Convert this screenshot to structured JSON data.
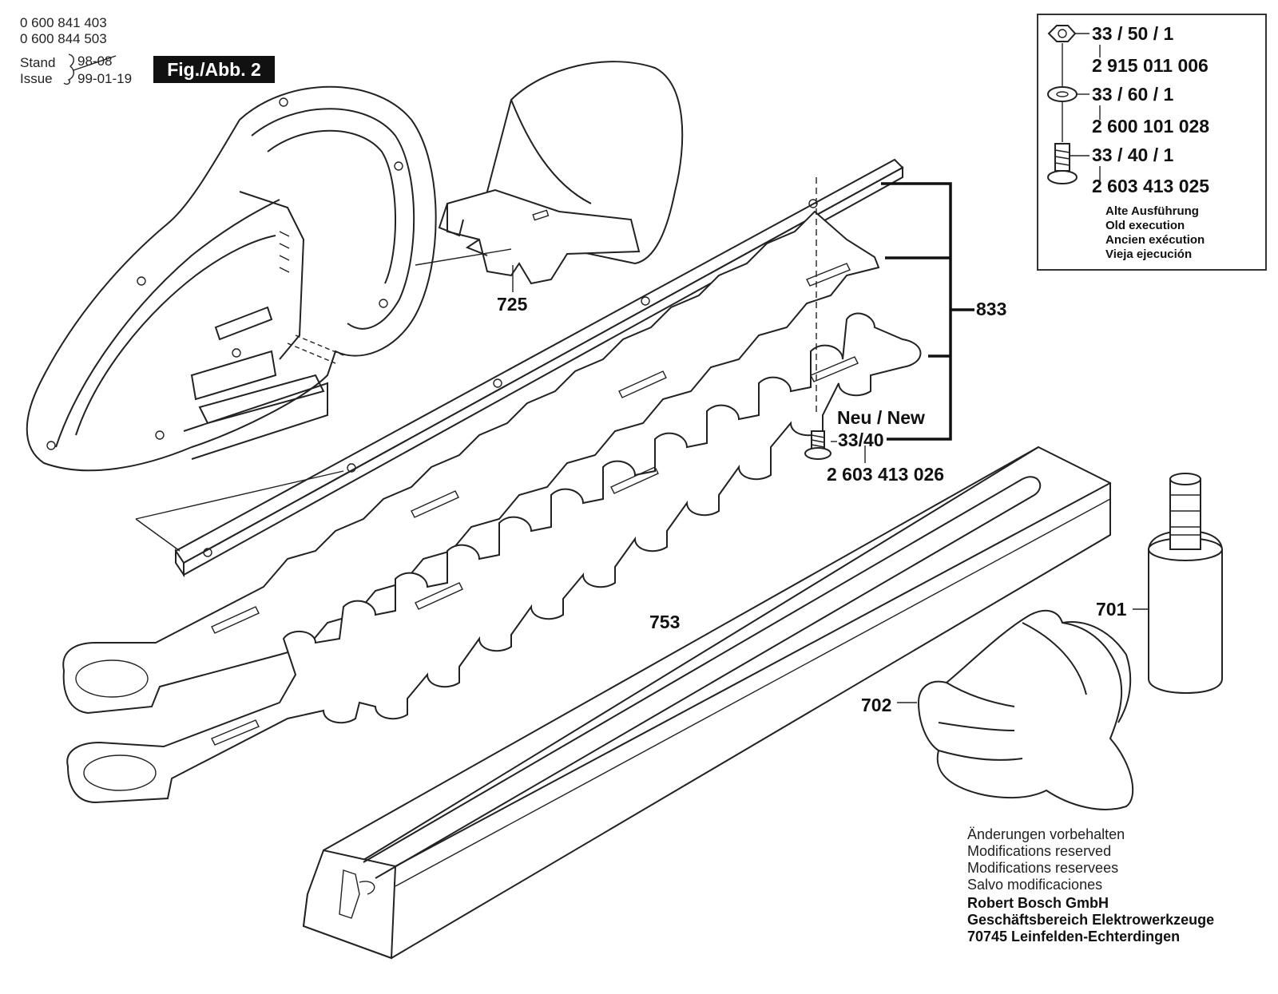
{
  "header": {
    "model_numbers": [
      "0 600 841 403",
      "0 600 844 503"
    ],
    "stand_label": "Stand",
    "stand_date_struck": "98-08",
    "issue_label": "Issue",
    "issue_date": "99-01-19",
    "figure_tag": "Fig./Abb. 2"
  },
  "callouts": {
    "p725": "725",
    "p833": "833",
    "p753": "753",
    "p701": "701",
    "p702": "702",
    "neu_new": "Neu / New",
    "p33_40": "33/40",
    "p33_40_partno": "2 603 413 026"
  },
  "legend": {
    "items": [
      {
        "ref": "33 / 50 / 1",
        "partno": "2 915 011 006"
      },
      {
        "ref": "33 / 60 / 1",
        "partno": "2 600 101 028"
      },
      {
        "ref": "33 / 40 / 1",
        "partno": "2 603 413 025"
      }
    ],
    "notes": [
      "Alte Ausführung",
      "Old execution",
      "Ancien exécution",
      "Vieja ejecución"
    ]
  },
  "footer": {
    "disclaimers": [
      "Änderungen vorbehalten",
      "Modifications reserved",
      "Modifications reservees",
      "Salvo modificaciones"
    ],
    "company": [
      "Robert Bosch GmbH",
      "Geschäftsbereich Elektrowerkzeuge",
      "70745 Leinfelden-Echterdingen"
    ]
  }
}
